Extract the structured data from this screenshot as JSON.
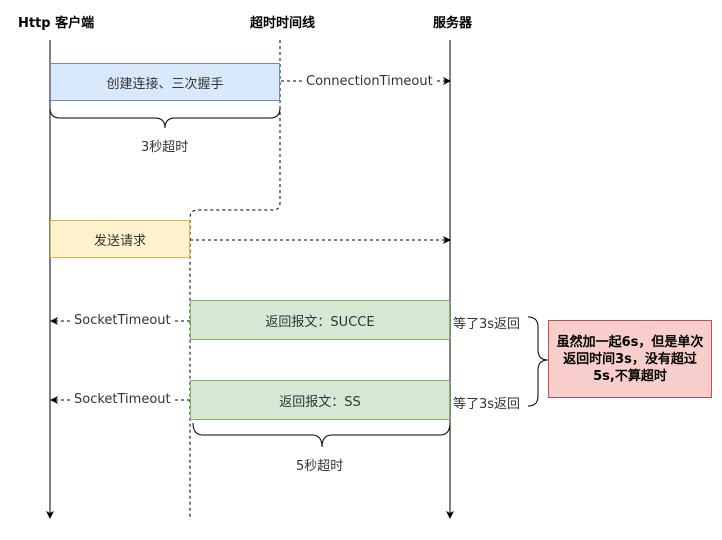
{
  "headers": {
    "client": "Http 客户端",
    "timeline": "超时时间线",
    "server": "服务器"
  },
  "steps": {
    "connect": {
      "box_label": "创建连接、三次握手",
      "arrow_label": "ConnectionTimeout",
      "brace_label": "3秒超时",
      "fill": "#dae8fc",
      "stroke": "#6c8ebf"
    },
    "request": {
      "box_label": "发送请求",
      "fill": "#fff2cc",
      "stroke": "#d6b656"
    },
    "response1": {
      "box_label": "返回报文：SUCCE",
      "arrow_label": "SocketTimeout",
      "wait_label": "等了3s返回",
      "fill": "#d5e8d4",
      "stroke": "#82b366"
    },
    "response2": {
      "box_label": "返回报文：SS",
      "arrow_label": "SocketTimeout",
      "wait_label": "等了3s返回",
      "brace_label": "5秒超时",
      "fill": "#d5e8d4",
      "stroke": "#82b366"
    }
  },
  "note": {
    "line1": "虽然加一起6s，但是单次",
    "line2": "返回时间3s，没有超过",
    "line3": "5s,不算超时",
    "fill": "#f8cecc",
    "stroke": "#b85450"
  }
}
